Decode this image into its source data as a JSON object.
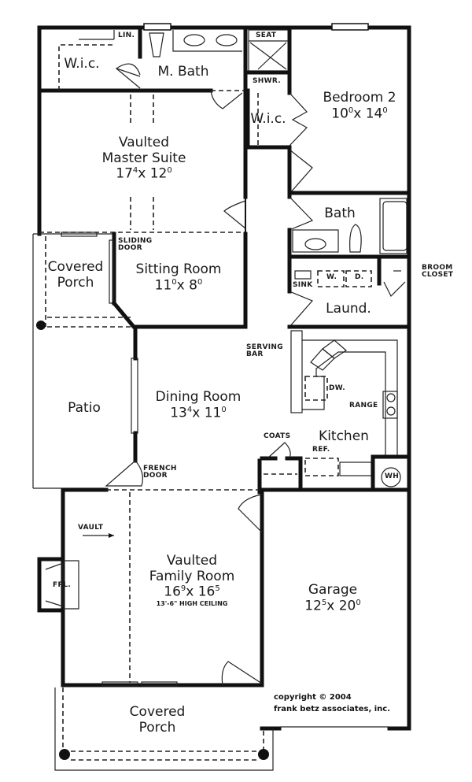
{
  "plan": {
    "rooms": {
      "wic_master": {
        "name": "W.i.c."
      },
      "master_bath": {
        "name": "M. Bath"
      },
      "master_suite": {
        "line1": "Vaulted",
        "line2": "Master Suite",
        "dim_a": "17",
        "sup_a": "4",
        "dim_b": "12",
        "sup_b": "0"
      },
      "wic_bed2": {
        "name": "W.i.c."
      },
      "bedroom2": {
        "name": "Bedroom 2",
        "dim_a": "10",
        "sup_a": "0",
        "dim_b": "14",
        "sup_b": "0"
      },
      "bath": {
        "name": "Bath"
      },
      "laundry": {
        "name": "Laund."
      },
      "covered_porch_side": {
        "line1": "Covered",
        "line2": "Porch"
      },
      "sitting_room": {
        "name": "Sitting Room",
        "dim_a": "11",
        "sup_a": "0",
        "dim_b": "8",
        "sup_b": "0"
      },
      "patio": {
        "name": "Patio"
      },
      "dining_room": {
        "name": "Dining Room",
        "dim_a": "13",
        "sup_a": "4",
        "dim_b": "11",
        "sup_b": "0"
      },
      "kitchen": {
        "name": "Kitchen"
      },
      "family_room": {
        "line1": "Vaulted",
        "line2": "Family Room",
        "dim_a": "16",
        "sup_a": "9",
        "dim_b": "16",
        "sup_b": "5",
        "note": "13'-6\" HIGH CEILING"
      },
      "garage": {
        "name": "Garage",
        "dim_a": "12",
        "sup_a": "5",
        "dim_b": "20",
        "sup_b": "0"
      },
      "covered_porch_front": {
        "line1": "Covered",
        "line2": "Porch"
      }
    },
    "annotations": {
      "lin": "LIN.",
      "seat": "SEAT",
      "shwr": "SHWR.",
      "sliding_door": [
        "SLIDING",
        "DOOR"
      ],
      "broom_closet": [
        "BROOM",
        "CLOSET"
      ],
      "sink": "SINK",
      "washer": "W.",
      "dryer": "D.",
      "serving_bar": [
        "SERVING",
        "BAR"
      ],
      "dw": "DW.",
      "range": "RANGE",
      "coats": "COATS",
      "ref": "REF.",
      "wh": "WH",
      "french_door": [
        "FRENCH",
        "DOOR"
      ],
      "vault": "VAULT",
      "fpl": "FPL."
    },
    "copyright": {
      "line1": "copyright © 2004",
      "line2": "frank betz associates, inc."
    },
    "colors": {
      "ink": "#111111",
      "paper": "#ffffff"
    }
  }
}
